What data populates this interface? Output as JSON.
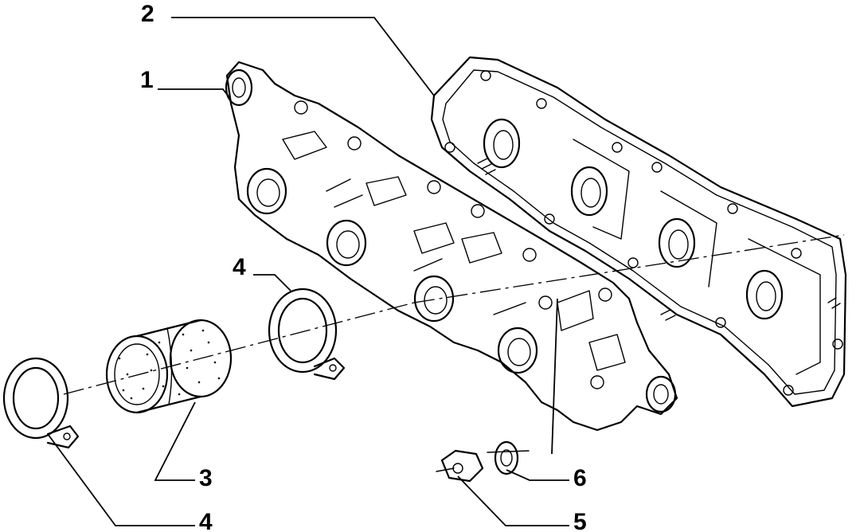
{
  "callouts": [
    {
      "id": "c1",
      "label": "1",
      "part": "intake-manifold"
    },
    {
      "id": "c2",
      "label": "2",
      "part": "manifold-gasket"
    },
    {
      "id": "c3",
      "label": "3",
      "part": "connecting-sleeve"
    },
    {
      "id": "c4a",
      "label": "4",
      "part": "hose-clamp-upper"
    },
    {
      "id": "c4b",
      "label": "4",
      "part": "hose-clamp-lower"
    },
    {
      "id": "c5",
      "label": "5",
      "part": "nut"
    },
    {
      "id": "c6",
      "label": "6",
      "part": "washer"
    }
  ],
  "colors": {
    "ink": "#000000",
    "paper": "#ffffff"
  }
}
